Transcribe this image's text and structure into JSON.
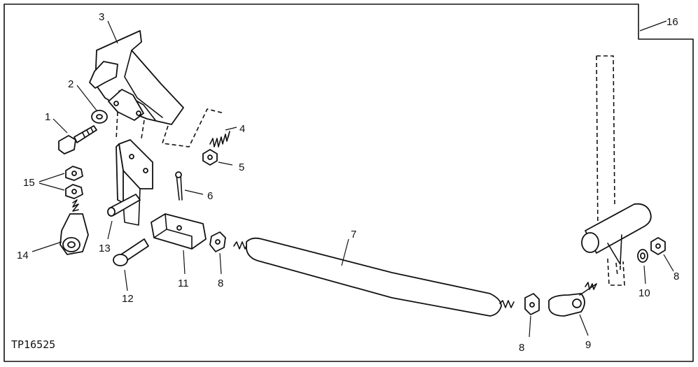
{
  "diagram": {
    "figure_code": "TP16525",
    "callouts": [
      {
        "id": "c1",
        "text": "1"
      },
      {
        "id": "c2",
        "text": "2"
      },
      {
        "id": "c3",
        "text": "3"
      },
      {
        "id": "c4",
        "text": "4"
      },
      {
        "id": "c5",
        "text": "5"
      },
      {
        "id": "c6",
        "text": "6"
      },
      {
        "id": "c7",
        "text": "7"
      },
      {
        "id": "c8a",
        "text": "8"
      },
      {
        "id": "c8b",
        "text": "8"
      },
      {
        "id": "c8c",
        "text": "8"
      },
      {
        "id": "c9",
        "text": "9"
      },
      {
        "id": "c10",
        "text": "10"
      },
      {
        "id": "c11",
        "text": "11"
      },
      {
        "id": "c12",
        "text": "12"
      },
      {
        "id": "c13",
        "text": "13"
      },
      {
        "id": "c14",
        "text": "14"
      },
      {
        "id": "c15",
        "text": "15"
      },
      {
        "id": "c16",
        "text": "16"
      }
    ]
  }
}
